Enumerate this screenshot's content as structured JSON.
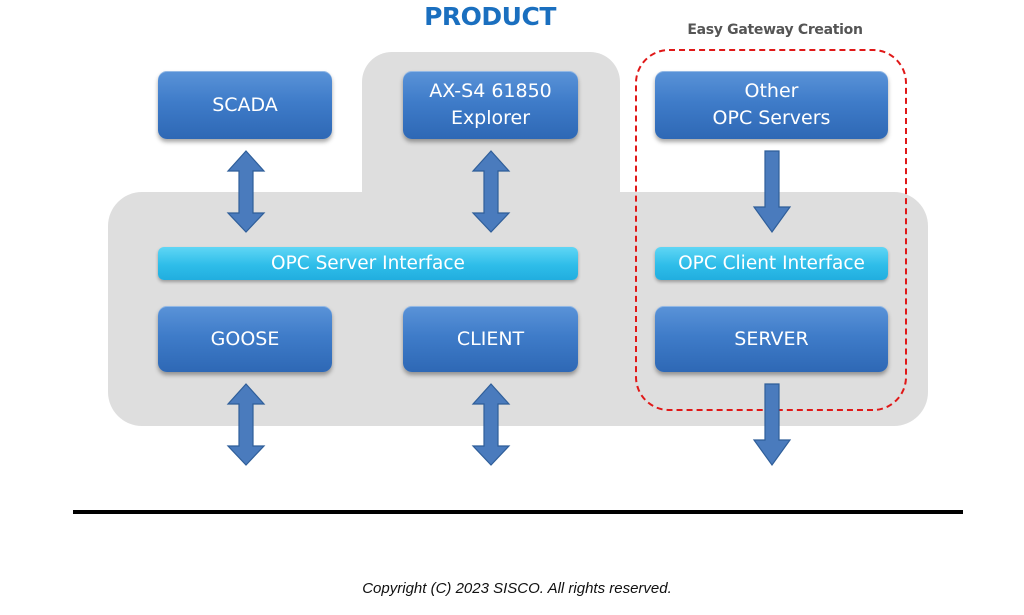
{
  "title": "PRODUCT",
  "gateway_label": "Easy Gateway Creation",
  "boxes": {
    "scada": "SCADA",
    "explorer_line1": "AX-S4 61850",
    "explorer_line2": "Explorer",
    "other_line1": "Other",
    "other_line2": "OPC Servers",
    "goose": "GOOSE",
    "client": "CLIENT",
    "server": "SERVER"
  },
  "interfaces": {
    "server_interface": "OPC Server Interface",
    "client_interface": "OPC Client Interface"
  },
  "arrows": [
    {
      "from": "SCADA",
      "to": "OPC Server Interface",
      "direction": "bidirectional"
    },
    {
      "from": "AX-S4 61850 Explorer",
      "to": "OPC Server Interface",
      "direction": "bidirectional"
    },
    {
      "from": "Other OPC Servers",
      "to": "OPC Client Interface",
      "direction": "down"
    },
    {
      "from": "GOOSE",
      "to": "network",
      "direction": "bidirectional"
    },
    {
      "from": "CLIENT",
      "to": "network",
      "direction": "bidirectional"
    },
    {
      "from": "SERVER",
      "to": "network",
      "direction": "down"
    }
  ],
  "colors": {
    "title": "#1a6fbf",
    "box": "#3f7cc9",
    "interface": "#2ebde9",
    "arrow": "#4a7bbd",
    "gateway_border": "#e01818",
    "product_region": "#dedede"
  },
  "footer": {
    "copyright": "Copyright (C) 2023 SISCO. All rights reserved."
  }
}
